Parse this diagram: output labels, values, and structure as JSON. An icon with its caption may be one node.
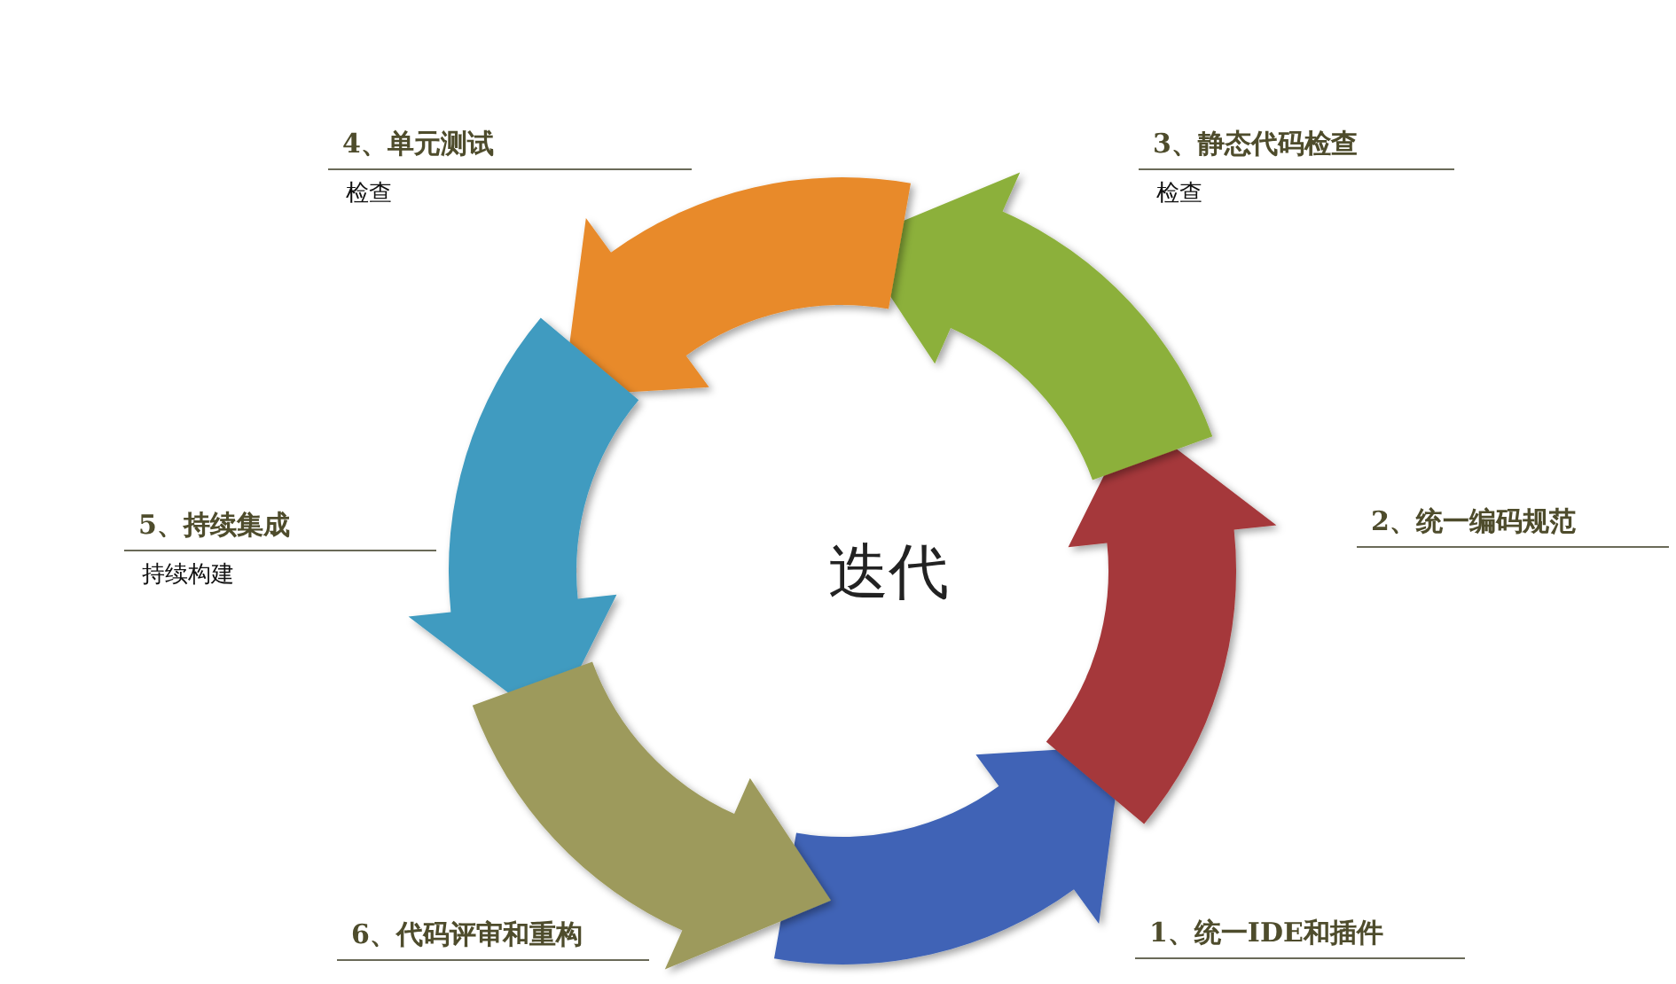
{
  "diagram": {
    "nodes": [
      {
        "text": [
          "4、单元测试",
          "检查"
        ]
      },
      {
        "text": [
          "3、静态代码检查",
          "检查"
        ]
      },
      {
        "text": [
          "5、持续集成",
          "持续构建"
        ]
      },
      {
        "text": [
          "迭代"
        ]
      },
      {
        "text": [
          "2、统一编码规范"
        ]
      },
      {
        "text": [
          "6、代码评审和重构"
        ]
      },
      {
        "text": [
          "1、统一IDE和插件"
        ]
      }
    ]
  }
}
